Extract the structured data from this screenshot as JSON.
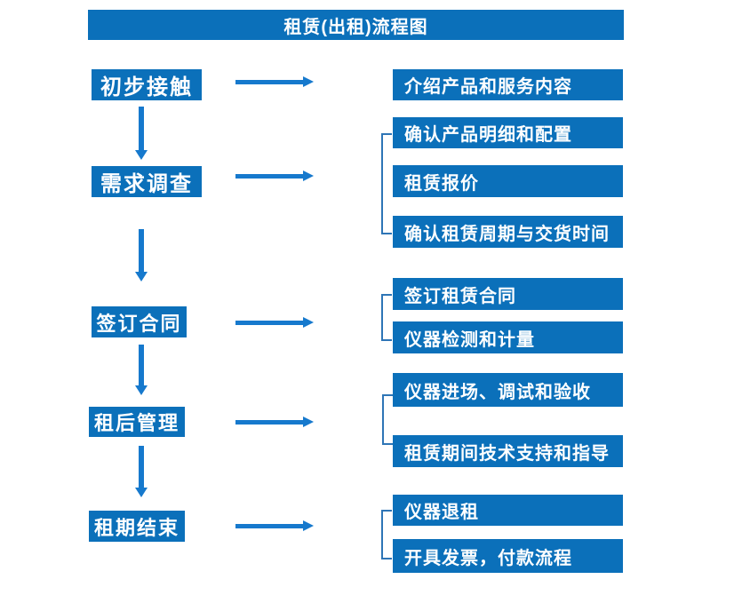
{
  "title": "租赁(出租)流程图",
  "colors": {
    "box_blue": "#0b70ba",
    "arrow_blue": "#1679cd",
    "bracket_blue": "#2e75b6",
    "text_white": "#ffffff",
    "background": "#ffffff"
  },
  "flow": {
    "steps": [
      {
        "label": "初步接触",
        "outputs": [
          "介绍产品和服务内容"
        ]
      },
      {
        "label": "需求调查",
        "outputs": [
          "确认产品明细和配置",
          "租赁报价",
          "确认租赁周期与交货时间"
        ]
      },
      {
        "label": "签订合同",
        "outputs": [
          "签订租赁合同",
          "仪器检测和计量"
        ]
      },
      {
        "label": "租后管理",
        "outputs": [
          "仪器进场、调试和验收",
          "租赁期间技术支持和指导"
        ]
      },
      {
        "label": "租期结束",
        "outputs": [
          "仪器退租",
          "开具发票，付款流程"
        ]
      }
    ]
  }
}
